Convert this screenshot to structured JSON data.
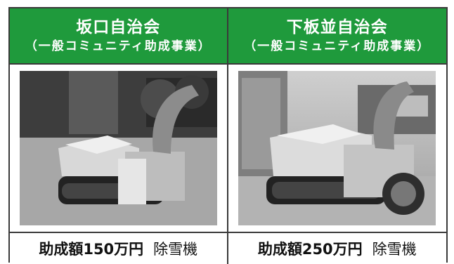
{
  "left": {
    "title": "坂口自治会",
    "subtitle": "（一般コミュニティ助成事業）",
    "amount": "助成額150万円",
    "item": "除雪機"
  },
  "right": {
    "title": "下板並自治会",
    "subtitle": "（一般コミュニティ助成事業）",
    "amount": "助成額250万円",
    "item": "除雪機"
  },
  "colors": {
    "header_green": "#1f9a3c",
    "border": "#3a3a3a"
  }
}
